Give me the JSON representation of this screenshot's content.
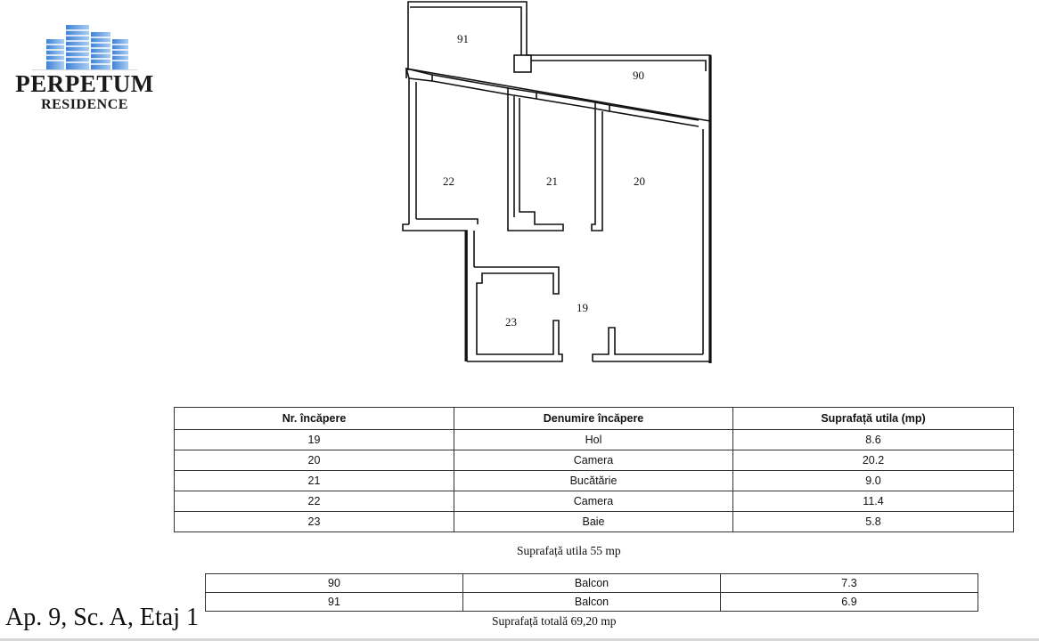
{
  "logo": {
    "brand": "PERPETUM",
    "subtitle": "RESIDENCE",
    "icon": "buildings-icon",
    "colors": {
      "light_blue": "#a9cdf2",
      "mid_blue": "#5b9be0",
      "dark_blue": "#2f6fc4"
    }
  },
  "floor_plan": {
    "room_labels": [
      {
        "id": "91",
        "label": "91"
      },
      {
        "id": "90",
        "label": "90"
      },
      {
        "id": "22",
        "label": "22"
      },
      {
        "id": "21",
        "label": "21"
      },
      {
        "id": "20",
        "label": "20"
      },
      {
        "id": "19",
        "label": "19"
      },
      {
        "id": "23",
        "label": "23"
      }
    ]
  },
  "rooms_table": {
    "headers": [
      "Nr. încăpere",
      "Denumire încăpere",
      "Suprafață utila (mp)"
    ],
    "rows": [
      {
        "nr": "19",
        "name": "Hol",
        "area": "8.6"
      },
      {
        "nr": "20",
        "name": "Camera",
        "area": "20.2"
      },
      {
        "nr": "21",
        "name": "Bucătărie",
        "area": "9.0"
      },
      {
        "nr": "22",
        "name": "Camera",
        "area": "11.4"
      },
      {
        "nr": "23",
        "name": "Baie",
        "area": "5.8"
      }
    ]
  },
  "useful_area_summary": "Suprafață utila 55 mp",
  "balcony_table": {
    "rows": [
      {
        "nr": "90",
        "name": "Balcon",
        "area": "7.3"
      },
      {
        "nr": "91",
        "name": "Balcon",
        "area": "6.9"
      }
    ]
  },
  "total_area_summary": "Suprafață totală 69,20 mp",
  "apartment_title": "Ap. 9, Sc. A, Etaj 1"
}
